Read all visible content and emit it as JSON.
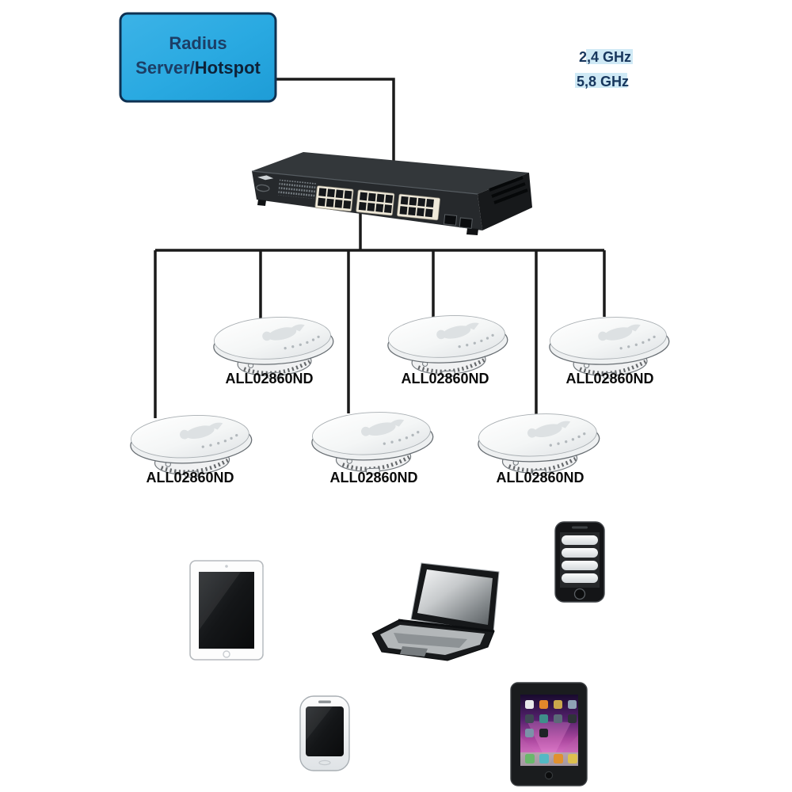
{
  "diagram": {
    "background_color": "#ffffff",
    "line_color": "#1a1a1a"
  },
  "server": {
    "line1": "Radius",
    "line2_part1": "Server/",
    "line2_part2": "Hotspot",
    "box_color": "#29a9e1",
    "border_color": "#0e3152",
    "text_color": "#1c3e66",
    "text_color_dark": "#0e2238"
  },
  "legend": {
    "highlight_color": "#cfe9f5",
    "text_color": "#17365d",
    "items": [
      {
        "label": "2,4 GHz"
      },
      {
        "label": "5,8 GHz"
      }
    ]
  },
  "switch": {
    "icon": "ethernet-switch-icon",
    "rj45_ports": 24,
    "sfp_ports": 2
  },
  "access_points": {
    "items": [
      {
        "label": "ALL02860ND"
      },
      {
        "label": "ALL02860ND"
      },
      {
        "label": "ALL02860ND"
      },
      {
        "label": "ALL02860ND"
      },
      {
        "label": "ALL02860ND"
      },
      {
        "label": "ALL02860ND"
      }
    ]
  },
  "devices": {
    "items": [
      {
        "icon": "tablet-white-icon"
      },
      {
        "icon": "laptop-icon"
      },
      {
        "icon": "smartphone-black-icon"
      },
      {
        "icon": "smartphone-white-icon"
      },
      {
        "icon": "tablet-black-icon"
      }
    ]
  },
  "connections": {
    "color": "#1a1a1a",
    "edges": [
      {
        "from": "radius-server",
        "to": "switch"
      },
      {
        "from": "switch",
        "to": "access-point-1"
      },
      {
        "from": "switch",
        "to": "access-point-2"
      },
      {
        "from": "switch",
        "to": "access-point-3"
      },
      {
        "from": "switch",
        "to": "access-point-4"
      },
      {
        "from": "switch",
        "to": "access-point-5"
      },
      {
        "from": "switch",
        "to": "access-point-6"
      }
    ]
  }
}
